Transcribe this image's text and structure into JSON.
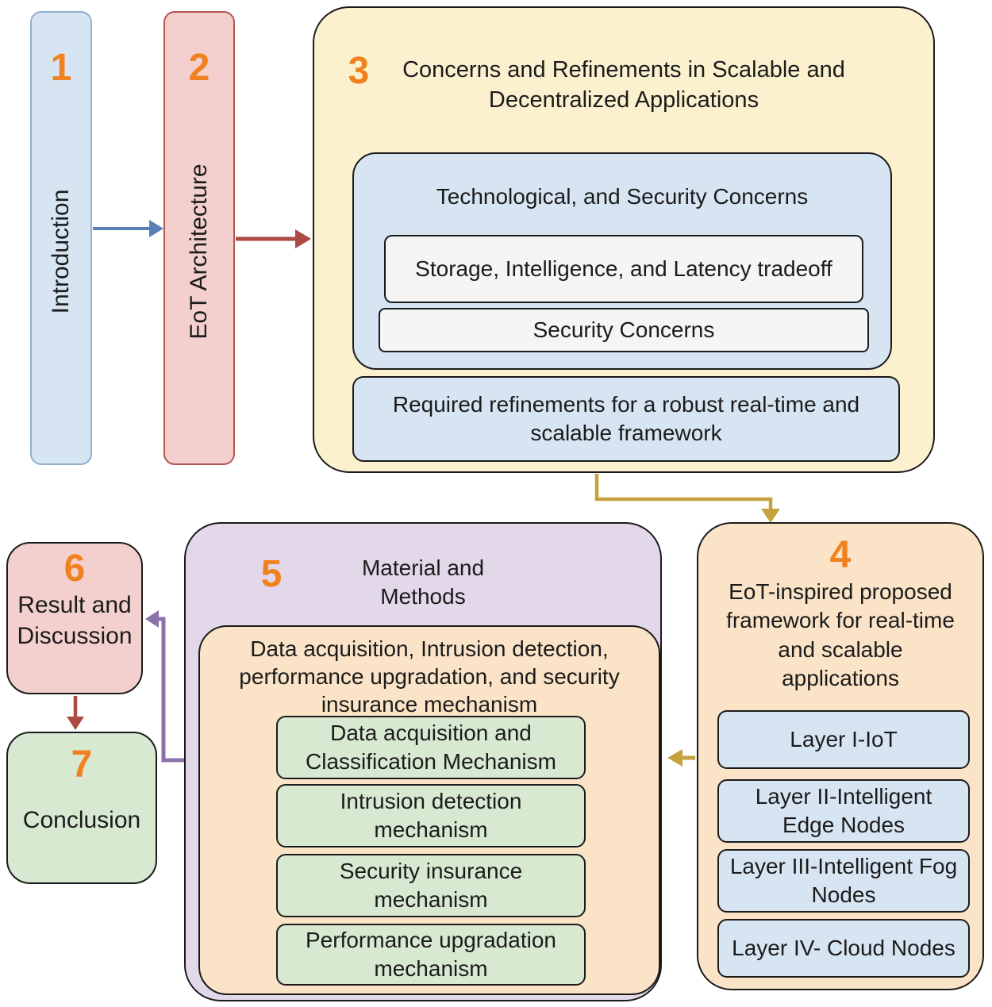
{
  "diagram": {
    "nodes": {
      "intro": {
        "number": "1",
        "label": "Introduction"
      },
      "eot": {
        "number": "2",
        "label": "EoT Architecture"
      },
      "concerns": {
        "number": "3",
        "title": "Concerns and Refinements in Scalable and\nDecentralized Applications",
        "tech": {
          "title": "Technological, and Security Concerns",
          "items": [
            "Storage, Intelligence, and Latency tradeoff",
            "Security Concerns"
          ]
        },
        "required": "Required refinements for a robust real-time and\nscalable framework"
      },
      "framework": {
        "number": "4",
        "title": "EoT-inspired proposed\nframework for real-time\nand scalable\napplications",
        "layers": [
          "Layer I-IoT",
          "Layer II-Intelligent\nEdge Nodes",
          "Layer III-Intelligent Fog\nNodes",
          "Layer IV- Cloud Nodes"
        ]
      },
      "methods": {
        "number": "5",
        "title": "Material and\nMethods",
        "mechanism": {
          "title": "Data acquisition, Intrusion detection,\nperformance upgradation, and security\ninsurance mechanism",
          "items": [
            "Data acquisition and\nClassification Mechanism",
            "Intrusion detection\nmechanism",
            "Security insurance\nmechanism",
            "Performance upgradation\nmechanism"
          ]
        }
      },
      "result": {
        "number": "6",
        "label": "Result and\nDiscussion"
      },
      "conclusion": {
        "number": "7",
        "label": "Conclusion"
      }
    }
  },
  "colors": {
    "blue-fill": "#d7e5f3",
    "blue-stroke": "#90b0cf",
    "pink-fill": "#f3d0cd",
    "pink-stroke": "#b2564f",
    "yellow-fill": "#fcf1cf",
    "yellow-stroke": "#dcc271",
    "orange-fill": "#fbe3c7",
    "orange-stroke": "#cfa243",
    "purple-fill": "#e2d8ea",
    "purple-stroke": "#a18cba",
    "green-fill": "#d8e9d2",
    "green-stroke": "#8ab56b",
    "gray-fill": "#f5f5f5",
    "gray-stroke": "#8f8f8f",
    "number-orange": "#f0811f",
    "arrow-blue": "#5b80b6",
    "arrow-red": "#ad4a44",
    "arrow-gold": "#c6a13c",
    "arrow-purple": "#8d72a9"
  }
}
